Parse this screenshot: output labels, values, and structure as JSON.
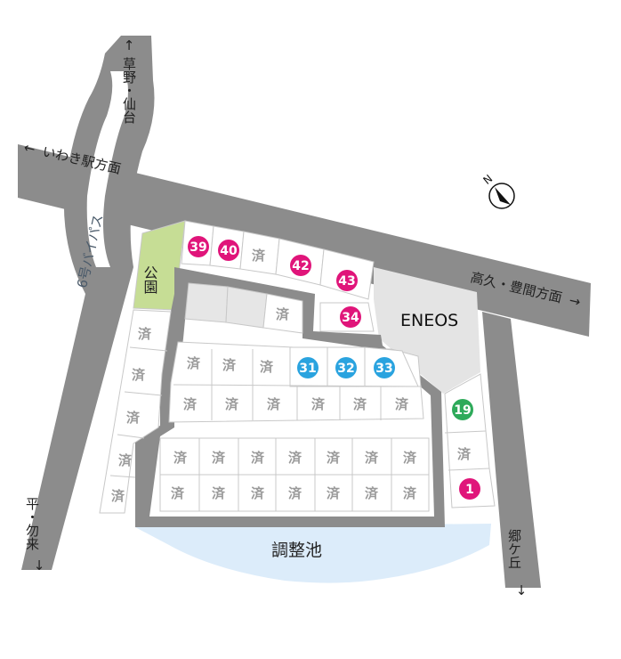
{
  "colors": {
    "road": "#8c8c8c",
    "lot_border": "#c8c8c8",
    "sold_text": "#9a9a9a",
    "park": "#c6dd95",
    "pond": "#dcecfa",
    "eneos": "#e4e4e4",
    "magenta": "#e0157a",
    "blue": "#2aa3df",
    "green": "#2eaa5a"
  },
  "roads": {
    "north": "草野・仙台",
    "west": "いわき駅方面",
    "bypass": "6号バイパス",
    "east": "高久・豊間方面",
    "south_west": "平・勿来",
    "south_east": "郷ケ丘"
  },
  "arrows": {
    "up": "↑",
    "down": "↓",
    "left": "←",
    "right": "→"
  },
  "landmarks": {
    "park": "公園",
    "eneos": "ENEOS",
    "pond": "調整池",
    "north_mark": "N"
  },
  "lots": {
    "sold_label": "済",
    "l39": "39",
    "l40": "40",
    "l42": "42",
    "l43": "43",
    "l34": "34",
    "l31": "31",
    "l32": "32",
    "l33": "33",
    "l19": "19",
    "l1": "1"
  }
}
